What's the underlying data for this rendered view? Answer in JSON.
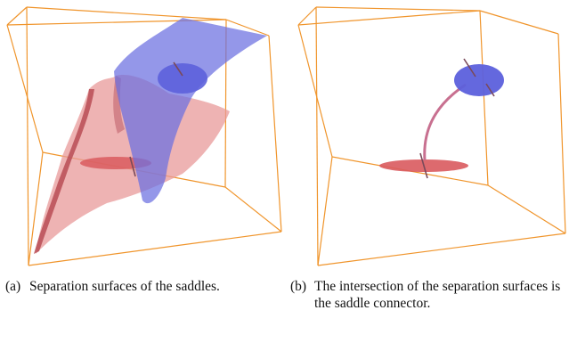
{
  "figure": {
    "panels": [
      {
        "id": "a",
        "caption_label": "(a)",
        "caption_text": "Separation surfaces of the saddles."
      },
      {
        "id": "b",
        "caption_label": "(b)",
        "caption_text": "The intersection of the separation surfaces is the saddle connector."
      }
    ],
    "colors": {
      "bounding_box": "#f0952c",
      "red_surface": "#e89a9a",
      "red_surface_dark": "#b94c55",
      "blue_surface": "#6b6fe0",
      "blue_disc": "#6a6ee0",
      "red_disc": "#d95a5e",
      "connector": "#c87090",
      "eigen_arrow": "#7a4a5a"
    }
  }
}
